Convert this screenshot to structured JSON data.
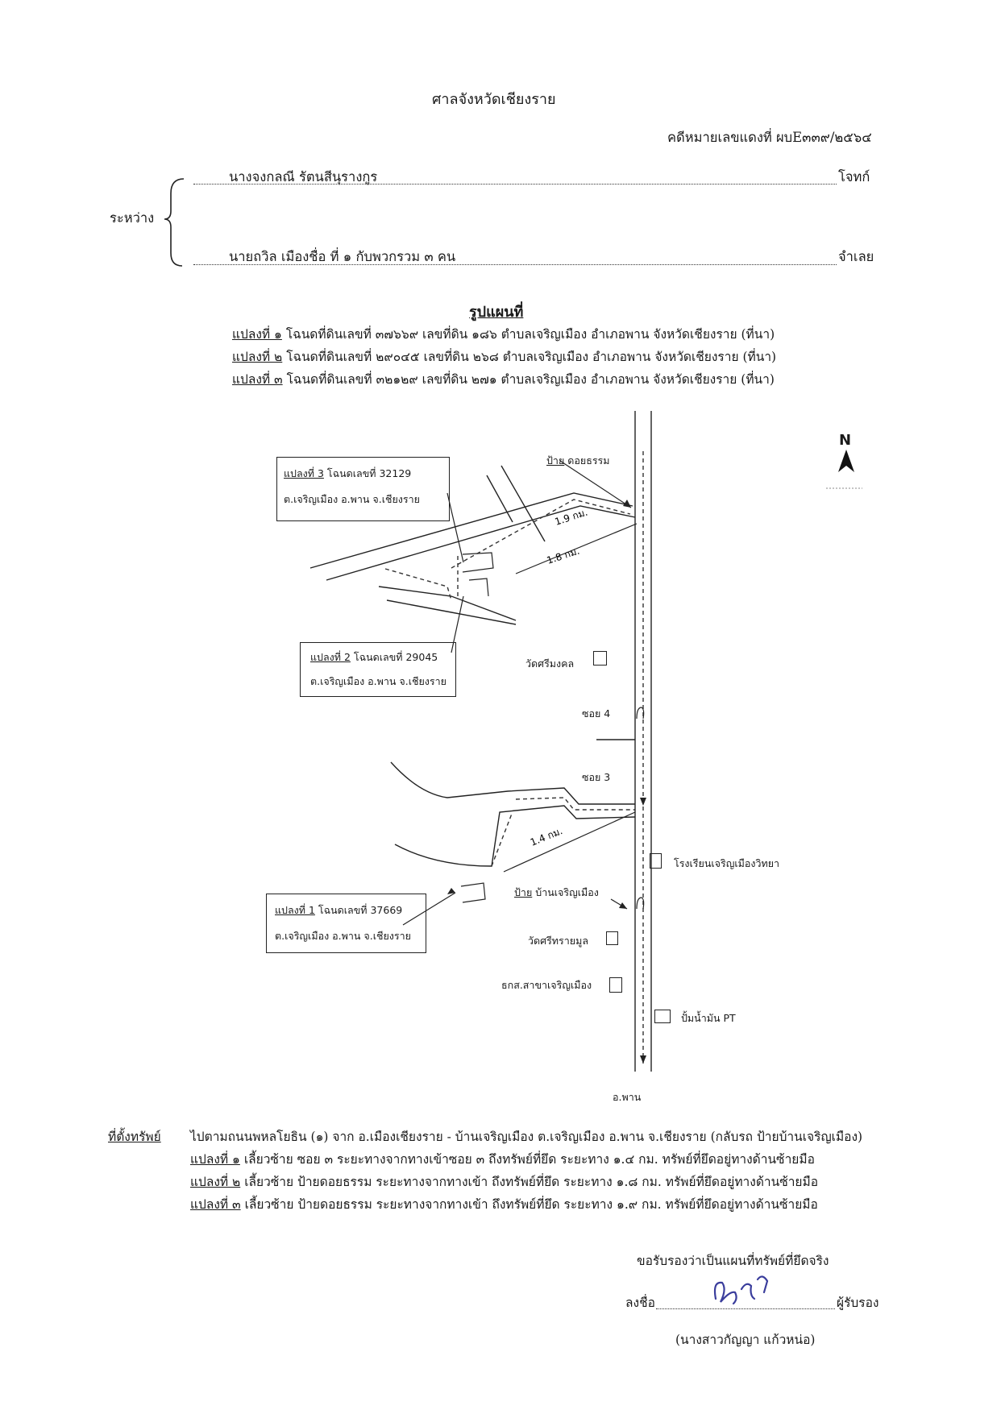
{
  "header": {
    "court": "ศาลจังหวัดเชียงราย",
    "case_no": "คดีหมายเลขแดงที่ ผบE๓๓๙/๒๕๖๔"
  },
  "parties": {
    "between": "ระหว่าง",
    "plaintiff_name": "นางจงกลณี  รัตนสีนุรางกูร",
    "plaintiff_role": "โจทก์",
    "defendant_name": "นายถวิล  เมืองชื่อ  ที่ ๑  กับพวกรวม ๓ คน",
    "defendant_role": "จำเลย"
  },
  "map_title": "รูปแผนที่",
  "plots": [
    {
      "label": "แปลงที่ ๑",
      "text": " โฉนดที่ดินเลขที่ ๓๗๖๖๙ เลขที่ดิน ๑๘๖ ตำบลเจริญเมือง อำเภอพาน จังหวัดเชียงราย (ที่นา)"
    },
    {
      "label": "แปลงที่ ๒",
      "text": " โฉนดที่ดินเลขที่ ๒๙๐๔๕ เลขที่ดิน ๒๖๘ ตำบลเจริญเมือง อำเภอพาน จังหวัดเชียงราย (ที่นา)"
    },
    {
      "label": "แปลงที่ ๓",
      "text": " โฉนดที่ดินเลขที่ ๓๒๑๒๙ เลขที่ดิน ๒๗๑ ตำบลเจริญเมือง อำเภอพาน จังหวัดเชียงราย (ที่นา)"
    }
  ],
  "map": {
    "north": "N",
    "box3": {
      "label": "แปลงที่ 3",
      "deed": " โฉนดเลขที่ 32129",
      "loc": "ต.เจริญเมือง อ.พาน จ.เชียงราย"
    },
    "box2": {
      "label": "แปลงที่ 2",
      "deed": " โฉนดเลขที่ 29045",
      "loc": "ต.เจริญเมือง อ.พาน จ.เชียงราย"
    },
    "box1": {
      "label": "แปลงที่ 1",
      "deed": " โฉนดเลขที่ 37669",
      "loc": "ต.เจริญเมือง อ.พาน จ.เชียงราย"
    },
    "sign_doi_prefix": "ป้าย",
    "sign_doi": " ดอยธรรม",
    "dist_19": "1.9 กม.",
    "dist_18": "1.8 กม.",
    "dist_14": "1.4 กม.",
    "wat_srimongkol": "วัดศรีมงคล",
    "soi4": "ซอย 4",
    "soi3": "ซอย 3",
    "school": "โรงเรียนเจริญเมืองวิทยา",
    "sign_ban_prefix": "ป้าย",
    "sign_ban": " บ้านเจริญเมือง",
    "wat_srisaimoon": "วัดศรีทรายมูล",
    "baac": "ธกส.สาขาเจริญเมือง",
    "pt": "ปั้มน้ำมัน PT",
    "amphoe": "อ.พาน"
  },
  "location": {
    "label": "ที่ตั้งทรัพย์",
    "route": "ไปตามถนนพหลโยธิน (๑) จาก อ.เมืองเชียงราย - บ้านเจริญเมือง ต.เจริญเมือง อ.พาน จ.เชียงราย (กลับรถ ป้ายบ้านเจริญเมือง)",
    "lines": [
      {
        "label": "แปลงที่ ๑",
        "text": " เลี้ยวซ้าย ซอย ๓ ระยะทางจากทางเข้าซอย ๓ ถึงทรัพย์ที่ยึด ระยะทาง ๑.๔ กม. ทรัพย์ที่ยึดอยู่ทางด้านซ้ายมือ"
      },
      {
        "label": "แปลงที่ ๒",
        "text": " เลี้ยวซ้าย ป้ายดอยธรรม ระยะทางจากทางเข้า ถึงทรัพย์ที่ยึด ระยะทาง ๑.๘ กม. ทรัพย์ที่ยึดอยู่ทางด้านซ้ายมือ"
      },
      {
        "label": "แปลงที่ ๓",
        "text": " เลี้ยวซ้าย ป้ายดอยธรรม ระยะทางจากทางเข้า ถึงทรัพย์ที่ยึด ระยะทาง ๑.๙ กม. ทรัพย์ที่ยึดอยู่ทางด้านซ้ายมือ"
      }
    ]
  },
  "certify": {
    "statement": "ขอรับรองว่าเป็นแผนที่ทรัพย์ที่ยึดจริง",
    "sign_label": "ลงชื่อ",
    "role": "ผู้รับรอง",
    "name": "(นางสาวกัญญา แก้วหน่อ)"
  },
  "colors": {
    "ink": "#1a1a1a",
    "signature": "#3a3d9c"
  }
}
